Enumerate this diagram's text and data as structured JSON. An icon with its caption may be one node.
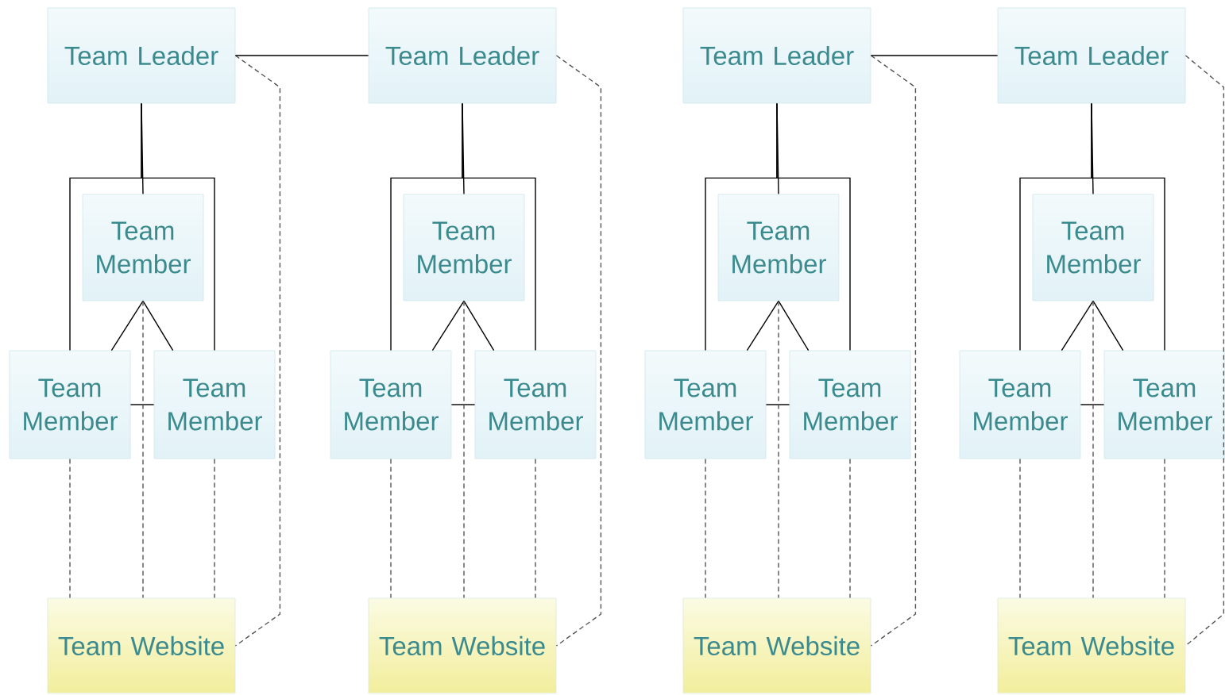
{
  "diagram": {
    "nodes": [
      {
        "text": [
          "Team Leader"
        ]
      },
      {
        "text": [
          "Team Member"
        ]
      },
      {
        "text": [
          "Team Member"
        ]
      },
      {
        "text": [
          "Team Member"
        ]
      },
      {
        "text": [
          "Team Website"
        ]
      },
      {
        "text": [
          "Team Leader"
        ]
      },
      {
        "text": [
          "Team Member"
        ]
      },
      {
        "text": [
          "Team Member"
        ]
      },
      {
        "text": [
          "Team Member"
        ]
      },
      {
        "text": [
          "Team Website"
        ]
      },
      {
        "text": [
          "Team Leader"
        ]
      },
      {
        "text": [
          "Team Member"
        ]
      },
      {
        "text": [
          "Team Member"
        ]
      },
      {
        "text": [
          "Team Member"
        ]
      },
      {
        "text": [
          "Team Website"
        ]
      },
      {
        "text": [
          "Team Leader"
        ]
      },
      {
        "text": [
          "Team Member"
        ]
      },
      {
        "text": [
          "Team Member"
        ]
      },
      {
        "text": [
          "Team Member"
        ]
      },
      {
        "text": [
          "Team Website"
        ]
      }
    ],
    "edges": [
      {
        "from": 0,
        "to": 1,
        "arrow": "none"
      },
      {
        "from": 0,
        "to": 2,
        "arrow": "none"
      },
      {
        "from": 0,
        "to": 3,
        "arrow": "none"
      },
      {
        "from": 1,
        "to": 2,
        "arrow": "none"
      },
      {
        "from": 1,
        "to": 3,
        "arrow": "none"
      },
      {
        "from": 2,
        "to": 3,
        "arrow": "none"
      },
      {
        "from": 2,
        "to": 4,
        "arrow": "none",
        "style": "dashed"
      },
      {
        "from": 1,
        "to": 4,
        "arrow": "none",
        "style": "dashed"
      },
      {
        "from": 3,
        "to": 4,
        "arrow": "none",
        "style": "dashed"
      },
      {
        "from": 0,
        "to": 4,
        "arrow": "none",
        "style": "dashed"
      },
      {
        "from": 0,
        "to": 5,
        "arrow": "none"
      },
      {
        "from": 5,
        "to": 6,
        "arrow": "none"
      },
      {
        "from": 5,
        "to": 7,
        "arrow": "none"
      },
      {
        "from": 5,
        "to": 8,
        "arrow": "none"
      },
      {
        "from": 6,
        "to": 7,
        "arrow": "none"
      },
      {
        "from": 6,
        "to": 8,
        "arrow": "none"
      },
      {
        "from": 7,
        "to": 8,
        "arrow": "none"
      },
      {
        "from": 7,
        "to": 9,
        "arrow": "none",
        "style": "dashed"
      },
      {
        "from": 6,
        "to": 9,
        "arrow": "none",
        "style": "dashed"
      },
      {
        "from": 8,
        "to": 9,
        "arrow": "none",
        "style": "dashed"
      },
      {
        "from": 5,
        "to": 9,
        "arrow": "none",
        "style": "dashed"
      },
      {
        "from": 10,
        "to": 11,
        "arrow": "none"
      },
      {
        "from": 10,
        "to": 12,
        "arrow": "none"
      },
      {
        "from": 10,
        "to": 13,
        "arrow": "none"
      },
      {
        "from": 11,
        "to": 12,
        "arrow": "none"
      },
      {
        "from": 11,
        "to": 13,
        "arrow": "none"
      },
      {
        "from": 12,
        "to": 13,
        "arrow": "none"
      },
      {
        "from": 12,
        "to": 14,
        "arrow": "none",
        "style": "dashed"
      },
      {
        "from": 11,
        "to": 14,
        "arrow": "none",
        "style": "dashed"
      },
      {
        "from": 13,
        "to": 14,
        "arrow": "none",
        "style": "dashed"
      },
      {
        "from": 10,
        "to": 14,
        "arrow": "none",
        "style": "dashed"
      },
      {
        "from": 10,
        "to": 15,
        "arrow": "none"
      },
      {
        "from": 15,
        "to": 16,
        "arrow": "none"
      },
      {
        "from": 15,
        "to": 17,
        "arrow": "none"
      },
      {
        "from": 15,
        "to": 18,
        "arrow": "none"
      },
      {
        "from": 16,
        "to": 17,
        "arrow": "none"
      },
      {
        "from": 16,
        "to": 18,
        "arrow": "none"
      },
      {
        "from": 17,
        "to": 18,
        "arrow": "none"
      },
      {
        "from": 17,
        "to": 19,
        "arrow": "none",
        "style": "dashed"
      },
      {
        "from": 16,
        "to": 19,
        "arrow": "none",
        "style": "dashed"
      },
      {
        "from": 18,
        "to": 19,
        "arrow": "none",
        "style": "dashed"
      },
      {
        "from": 15,
        "to": 19,
        "arrow": "none",
        "style": "dashed"
      }
    ]
  }
}
